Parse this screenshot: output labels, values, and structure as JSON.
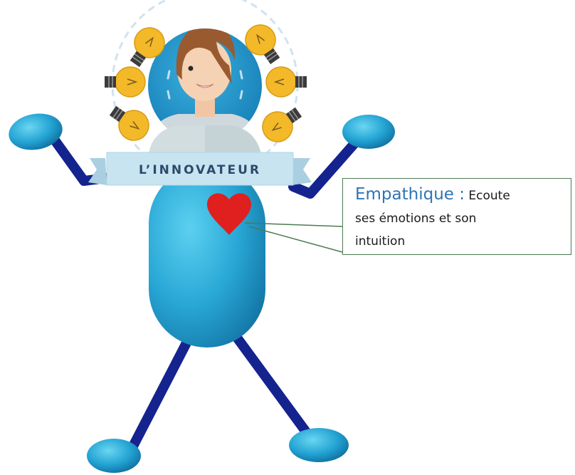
{
  "figure": {
    "banner_label": "L’INNOVATEUR",
    "colors": {
      "body": "#29a8d6",
      "limbs": "#15238f",
      "heart": "#e01f1f",
      "bulb": "#f4b928",
      "banner": "#c7e4f0",
      "banner_text": "#2b4a6c",
      "hair": "#9a5a30",
      "skin": "#f6d2b4"
    },
    "icons": [
      "lightbulb-icon",
      "heart-icon",
      "woman-avatar"
    ]
  },
  "callout": {
    "heading": "Empathique :",
    "line1_rest": " Ecoute",
    "line2": "ses émotions et son",
    "line3": "intuition",
    "border_color": "#4d7a52",
    "heading_color": "#2f74b5"
  }
}
